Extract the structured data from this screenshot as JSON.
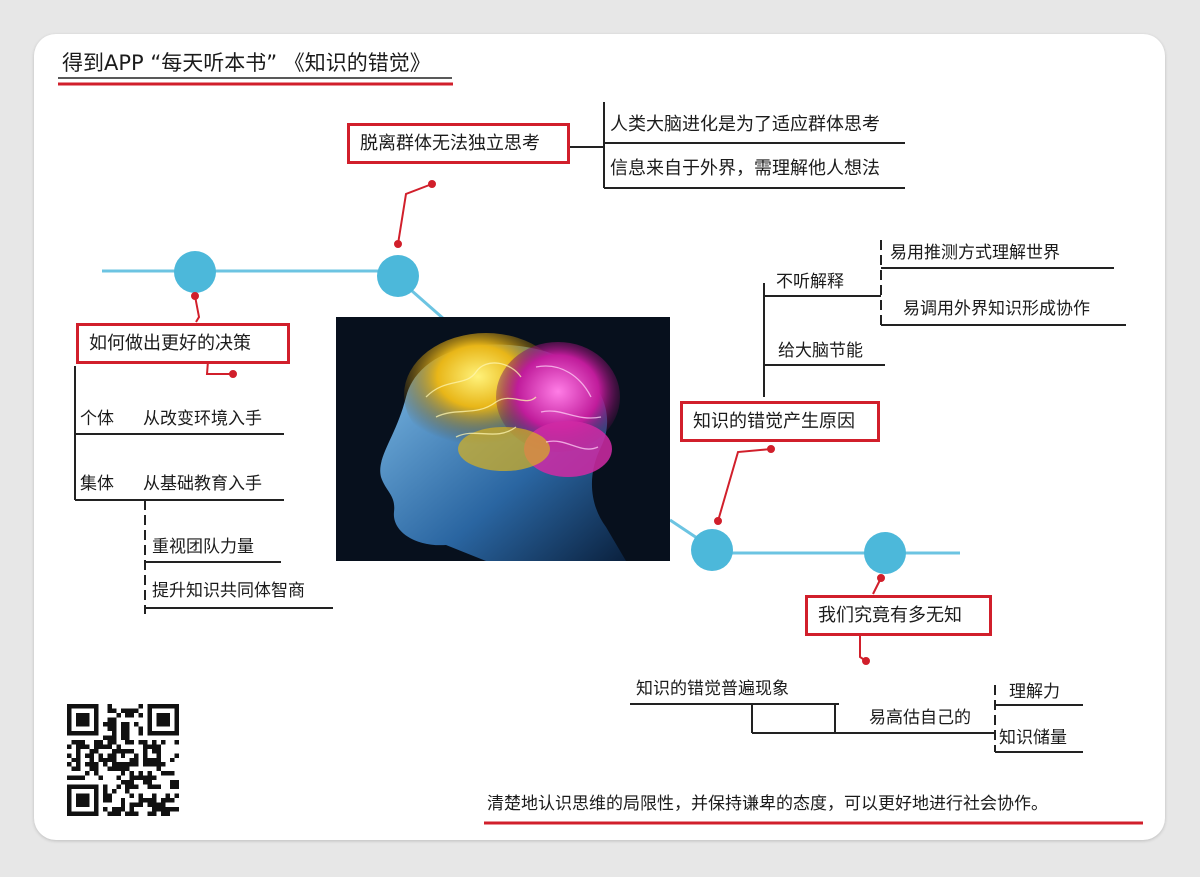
{
  "header": {
    "title": "得到APP “每天听本书” 《知识的错觉》"
  },
  "top_branch": {
    "heading": "脱离群体无法独立思考",
    "items": [
      "人类大脑进化是为了适应群体思考",
      "信息来自于外界，需理解他人想法"
    ]
  },
  "left_branch": {
    "heading": "如何做出更好的决策",
    "rows": [
      {
        "label": "个体",
        "value": "从改变环境入手"
      },
      {
        "label": "集体",
        "value": "从基础教育入手"
      }
    ],
    "sub_items": [
      "重视团队力量",
      "提升知识共同体智商"
    ]
  },
  "right_branch": {
    "heading": "知识的错觉产生原因",
    "items": [
      {
        "label": "不听解释",
        "details": [
          "易用推测方式理解世界",
          "易调用外界知识形成协作"
        ]
      },
      {
        "label": "给大脑节能",
        "details": []
      }
    ]
  },
  "bottom_branch": {
    "heading": "我们究竟有多无知",
    "phenomenon": "知识的错觉普遍现象",
    "overestimate": "易高估自己的",
    "details": [
      "理解力",
      "知识储量"
    ]
  },
  "conclusion": "清楚地认识思维的局限性，并保持谦卑的态度，可以更好地进行社会协作。",
  "colors": {
    "accent_red": "#d11f2b",
    "node_blue": "#4cb8da",
    "line_blue": "#6cc4e2",
    "ink": "#1b1b1b"
  },
  "icons": {
    "qr": "qr-code-icon",
    "brain": "brain-illustration"
  }
}
